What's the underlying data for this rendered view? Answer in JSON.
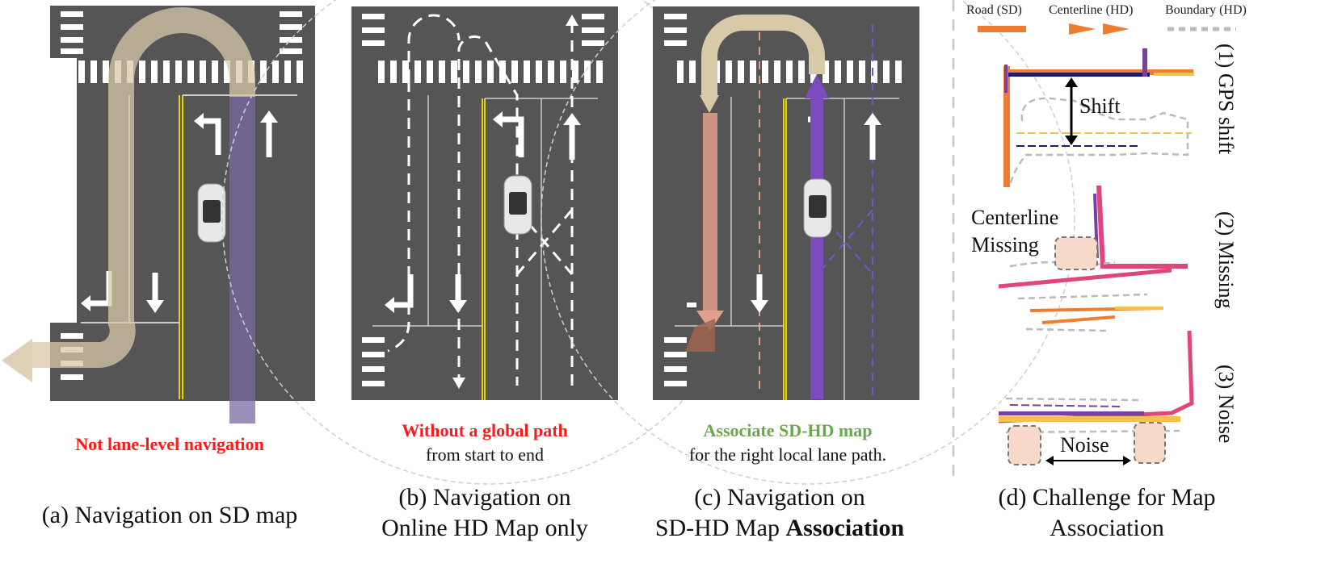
{
  "panels": {
    "a": {
      "subtitle": "Not lane-level navigation",
      "caption_line1": "(a) Navigation on SD map"
    },
    "b": {
      "subtitle_bold": "Without a global path",
      "subtitle_plain": "from start to end",
      "caption_line1": "(b) Navigation on",
      "caption_line2": "Online HD Map only"
    },
    "c": {
      "subtitle_bold": "Associate SD-HD map",
      "subtitle_plain": "for the right local lane path.",
      "caption_line1": "(c) Navigation on",
      "caption_line2_plain": "SD-HD Map ",
      "caption_line2_bold": "Association"
    },
    "d": {
      "caption_line1": "(d) Challenge for Map",
      "caption_line2": "Association",
      "legend": {
        "road": "Road (SD)",
        "centerline": "Centerline (HD)",
        "boundary": "Boundary (HD)"
      },
      "rows": [
        {
          "label": "(1) GPS shift",
          "annotation": "Shift"
        },
        {
          "label": "(2) Missing",
          "annotation_line1": "Centerline",
          "annotation_line2": "Missing"
        },
        {
          "label": "(3) Noise",
          "annotation": "Noise"
        }
      ]
    }
  },
  "colors": {
    "road": "#555555",
    "crosswalk": "#ffffff",
    "sd_road": "#ee7d31",
    "navy": "#1c1c6e",
    "purple": "#7b4bbf",
    "tan": "#d8c9a8",
    "pink": "#e0a08c"
  }
}
